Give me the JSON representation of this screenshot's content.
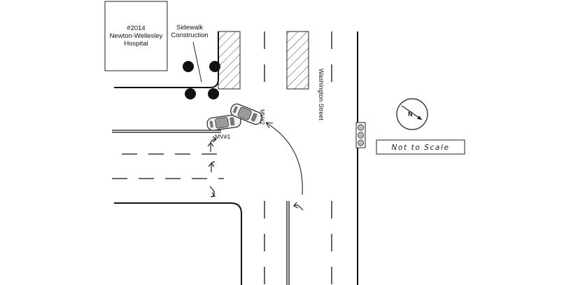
{
  "hospital": {
    "line1": "#2014",
    "line2": "Newton-Wellesley",
    "line3": "Hospital"
  },
  "construction": {
    "line1": "Sidewalk",
    "line2": "Construction"
  },
  "street_name": "Washington Street",
  "vehicles": {
    "mv1": "MV#1",
    "mv2": "MV#2"
  },
  "scale_note": "Not to Scale",
  "north_label": "N"
}
